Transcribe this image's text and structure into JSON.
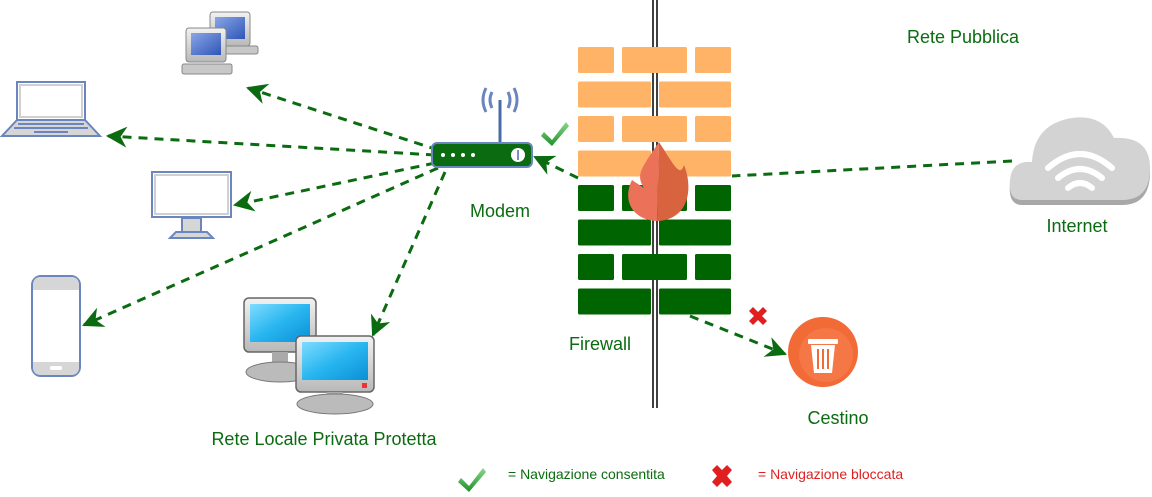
{
  "title": "Firewall network diagram",
  "colors": {
    "green": "#0a6b10",
    "brick_top": "#ffb366",
    "brick_bottom": "#006400",
    "flame": "#e8705a",
    "trash": "#f26a36",
    "cloud": "#d3d3d3",
    "device_outline": "#6b86bf",
    "blocked_red": "#e02020"
  },
  "labels": {
    "modem": "Modem",
    "firewall": "Firewall",
    "internet": "Internet",
    "trash": "Cestino",
    "public_network": "Rete Pubblica",
    "private_network": "Rete Locale Privata Protetta"
  },
  "nodes": [
    {
      "id": "pc-pair-top",
      "icon": "desktop-computers-icon"
    },
    {
      "id": "laptop",
      "icon": "laptop-icon"
    },
    {
      "id": "monitor",
      "icon": "monitor-icon"
    },
    {
      "id": "smartphone",
      "icon": "smartphone-icon"
    },
    {
      "id": "pc-pair-bottom",
      "icon": "desktop-computers-icon"
    },
    {
      "id": "modem",
      "icon": "modem-router-icon"
    },
    {
      "id": "firewall",
      "icon": "firewall-brick-wall-icon"
    },
    {
      "id": "internet",
      "icon": "wifi-cloud-icon"
    },
    {
      "id": "trash",
      "icon": "trash-bin-icon"
    }
  ],
  "connections": [
    {
      "from": "modem",
      "to": "pc-pair-top",
      "style": "dashed-arrow"
    },
    {
      "from": "modem",
      "to": "laptop",
      "style": "dashed-arrow"
    },
    {
      "from": "modem",
      "to": "monitor",
      "style": "dashed-arrow"
    },
    {
      "from": "modem",
      "to": "smartphone",
      "style": "dashed-arrow"
    },
    {
      "from": "modem",
      "to": "pc-pair-bottom",
      "style": "dashed-arrow"
    },
    {
      "from": "internet",
      "to": "firewall",
      "style": "dashed-line"
    },
    {
      "from": "firewall",
      "to": "modem",
      "style": "dashed-arrow",
      "status": "allowed"
    },
    {
      "from": "firewall",
      "to": "trash",
      "style": "dashed-arrow",
      "status": "blocked"
    }
  ],
  "legend": {
    "allowed_label": "= Navigazione consentita",
    "blocked_label": "= Navigazione bloccata"
  }
}
